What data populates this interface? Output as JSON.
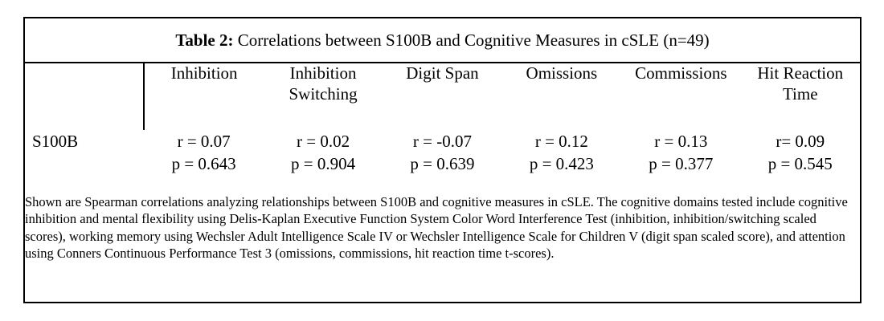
{
  "table": {
    "title_label": "Table 2:",
    "title_text": " Correlations between S100B and Cognitive Measures in cSLE (n=49)",
    "corner_header": "",
    "columns": [
      "Inhibition",
      "Inhibition Switching",
      "Digit Span",
      "Omissions",
      "Commissions",
      "Hit Reaction Time"
    ],
    "rows": [
      {
        "label": "S100B",
        "cells": [
          {
            "r": "r = 0.07",
            "p": "p = 0.643"
          },
          {
            "r": "r = 0.02",
            "p": "p = 0.904"
          },
          {
            "r": "r = -0.07",
            "p": "p = 0.639"
          },
          {
            "r": "r = 0.12",
            "p": "p = 0.423"
          },
          {
            "r": "r = 0.13",
            "p": "p = 0.377"
          },
          {
            "r": "r= 0.09",
            "p": "p = 0.545"
          }
        ]
      }
    ],
    "footnote": "Shown are Spearman correlations analyzing relationships between S100B and cognitive measures in cSLE. The cognitive domains tested include cognitive inhibition and mental flexibility using Delis-Kaplan Executive Function System Color Word Interference Test (inhibition, inhibition/switching scaled scores), working memory using Wechsler Adult Intelligence Scale IV or Wechsler Intelligence Scale for Children V (digit span scaled score), and attention using Conners Continuous Performance Test 3 (omissions, commissions, hit reaction time t-scores)."
  },
  "colors": {
    "border": "#000000",
    "text": "#000000",
    "background": "#ffffff"
  }
}
